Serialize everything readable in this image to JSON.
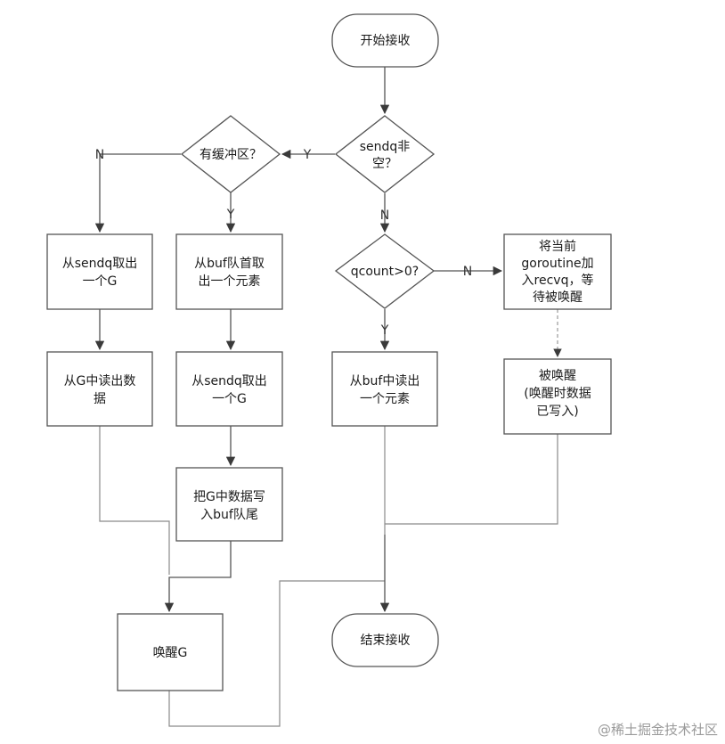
{
  "nodes": {
    "start": "开始接收",
    "sendq_check": [
      "sendq非",
      "空？"
    ],
    "buffer_check": "有缓冲区？",
    "qcount_check": "qcount>0?",
    "take_g_from_sendq_a": [
      "从sendq取出",
      "一个G"
    ],
    "read_from_g": [
      "从G中读出数",
      "据"
    ],
    "take_buf_head": [
      "从buf队首取",
      "出一个元素"
    ],
    "take_g_from_sendq_b": [
      "从sendq取出",
      "一个G"
    ],
    "write_g_to_buf_tail": [
      "把G中数据写",
      "入buf队尾"
    ],
    "wake_g": "唤醒G",
    "read_from_buf": [
      "从buf中读出",
      "一个元素"
    ],
    "enqueue_recvq": [
      "将当前",
      "goroutine加",
      "入recvq，等",
      "待被唤醒"
    ],
    "woken": [
      "被唤醒",
      "(唤醒时数据",
      "已写入)"
    ],
    "end": "结束接收"
  },
  "edges": {
    "sendq_yes": "Y",
    "sendq_no": "N",
    "buffer_yes": "Y",
    "buffer_no": "N",
    "qcount_yes": "Y",
    "qcount_no": "N"
  },
  "watermark": "@稀土掘金技术社区"
}
